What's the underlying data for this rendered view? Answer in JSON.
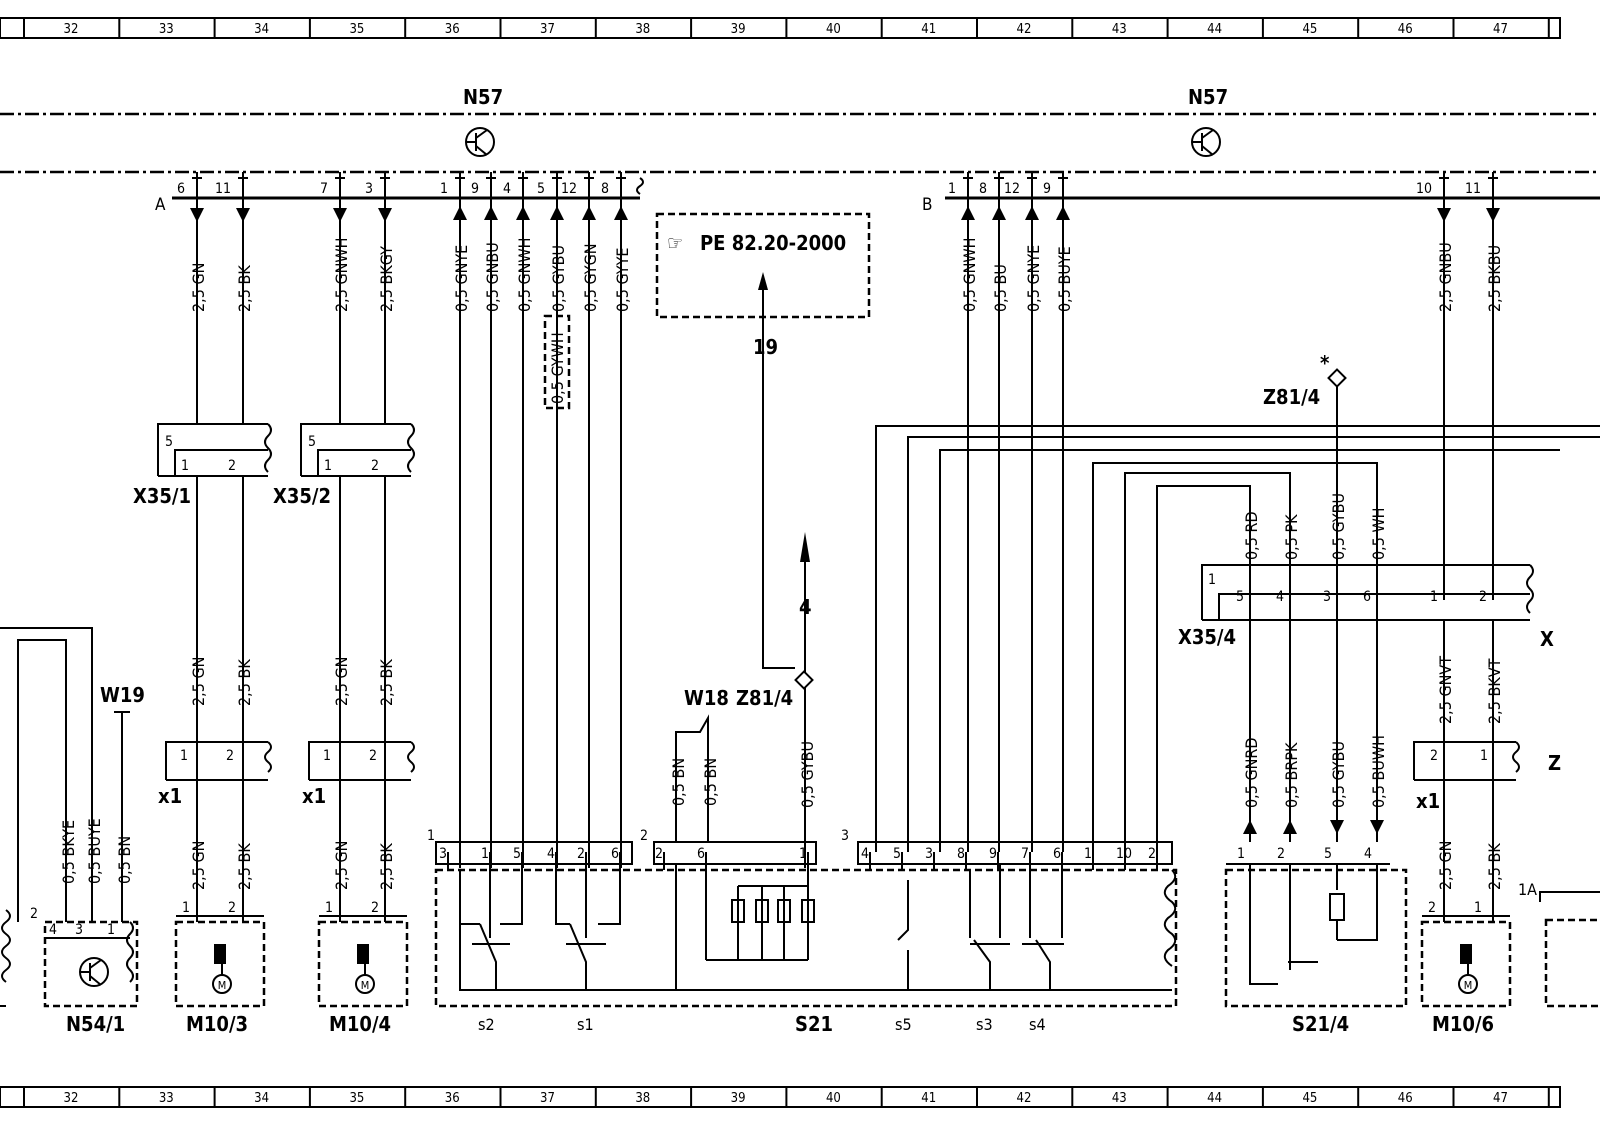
{
  "grid": {
    "columns": [
      "32",
      "33",
      "34",
      "35",
      "36",
      "37",
      "38",
      "39",
      "40",
      "41",
      "42",
      "43",
      "44",
      "45",
      "46",
      "47"
    ]
  },
  "modules": {
    "n57_left": "N57",
    "n57_right": "N57",
    "plug_a": "A",
    "plug_b": "B"
  },
  "wires_top": [
    {
      "pin": "6",
      "label": "2,5  GN",
      "dir": "down"
    },
    {
      "pin": "11",
      "label": "2,5  BK",
      "dir": "down"
    },
    {
      "pin": "7",
      "label": "2,5  GNWH",
      "dir": "down"
    },
    {
      "pin": "3",
      "label": "2,5  BKGY",
      "dir": "down"
    },
    {
      "pin": "1",
      "label": "0,5  GNYE",
      "dir": "up"
    },
    {
      "pin": "9",
      "label": "0,5  GNBU",
      "dir": "up"
    },
    {
      "pin": "4",
      "label": "0,5  GNWH",
      "dir": "up"
    },
    {
      "pin": "5",
      "label": "0,5  GYBU",
      "dir": "up"
    },
    {
      "pin": "12",
      "label": "0,5  GYGN",
      "dir": "up"
    },
    {
      "pin": "8",
      "label": "0,5  GYYE",
      "dir": "up"
    },
    {
      "pin": "1",
      "label": "0,5  GNWH",
      "dir": "up"
    },
    {
      "pin": "8",
      "label": "0,5  BU",
      "dir": "up"
    },
    {
      "pin": "12",
      "label": "0,5  GNYE",
      "dir": "up"
    },
    {
      "pin": "9",
      "label": "0,5  BUYE",
      "dir": "up"
    },
    {
      "pin": "10",
      "label": "2,5  GNBU",
      "dir": "down"
    },
    {
      "pin": "11",
      "label": "2,5  BKBU",
      "dir": "down"
    }
  ],
  "gywh_box": "0,5  GYWH",
  "ref_box": {
    "icon": "☞",
    "text": "PE  82.20-2000",
    "arrow_label": "19"
  },
  "arrow4": "4",
  "z81_top": "Z81/4",
  "z81_mid": "Z81/4",
  "asterisk": "*",
  "connectors": {
    "x35_1": "X35/1",
    "x35_2": "X35/2",
    "x35_4": "X35/4",
    "x1": "x1",
    "x_cut": "X",
    "z_cut": "Z"
  },
  "wires_mid_left": [
    {
      "label": "2,5  GN"
    },
    {
      "label": "2,5  BK"
    },
    {
      "label": "2,5  GN"
    },
    {
      "label": "2,5  BK"
    }
  ],
  "wires_low_left": [
    {
      "label": "2,5  GN"
    },
    {
      "label": "2,5  BK"
    },
    {
      "label": "2,5  GN"
    },
    {
      "label": "2,5  BK"
    }
  ],
  "w19": "W19",
  "w18": "W18",
  "n54_wires": [
    {
      "label": "0,5  BKYE"
    },
    {
      "label": "0,5  BUYE"
    },
    {
      "label": "0,5  BN"
    }
  ],
  "w18_wires": [
    {
      "label": "0,5  BN"
    },
    {
      "label": "0,5  BN"
    }
  ],
  "gybu_mid": "0,5  GYBU",
  "s21_4_top_wires": [
    {
      "label": "0,5  RD"
    },
    {
      "label": "0,5  PK"
    },
    {
      "label": "0,5  GYBU"
    },
    {
      "label": "0,5  WH"
    }
  ],
  "s21_4_low_wires": [
    {
      "label": "0,5  GNRD"
    },
    {
      "label": "0,5  BRPK"
    },
    {
      "label": "0,5  GYBU"
    },
    {
      "label": "0,5  BUWH"
    }
  ],
  "m10_6_wires_mid": [
    {
      "label": "2,5  GNVT"
    },
    {
      "label": "2,5  BKVT"
    }
  ],
  "m10_6_wires_low": [
    {
      "label": "2,5  GN"
    },
    {
      "label": "2,5  BK"
    }
  ],
  "components": {
    "n54_1": "N54/1",
    "m10_3": "M10/3",
    "m10_4": "M10/4",
    "s21": "S21",
    "s21_4": "S21/4",
    "m10_6": "M10/6",
    "s1": "s1",
    "s2": "s2",
    "s3": "s3",
    "s4": "s4",
    "s5": "s5"
  },
  "pins": {
    "s21_g1": [
      "3",
      "1",
      "5",
      "4",
      "2",
      "6"
    ],
    "s21_g2": [
      "2",
      "6",
      "1"
    ],
    "s21_g3": [
      "4",
      "5",
      "3",
      "8",
      "9",
      "7",
      "6",
      "1",
      "10",
      "2"
    ],
    "x35_4": [
      "5",
      "4",
      "3",
      "6",
      "1",
      "2"
    ],
    "s21_4": [
      "1",
      "2",
      "5",
      "4"
    ],
    "n54": [
      "4",
      "3",
      "1"
    ],
    "m": [
      "1",
      "2"
    ],
    "conn_group": {
      "one": "1",
      "two": "2",
      "three": "3",
      "five": "5",
      "oneA": "1A"
    }
  }
}
